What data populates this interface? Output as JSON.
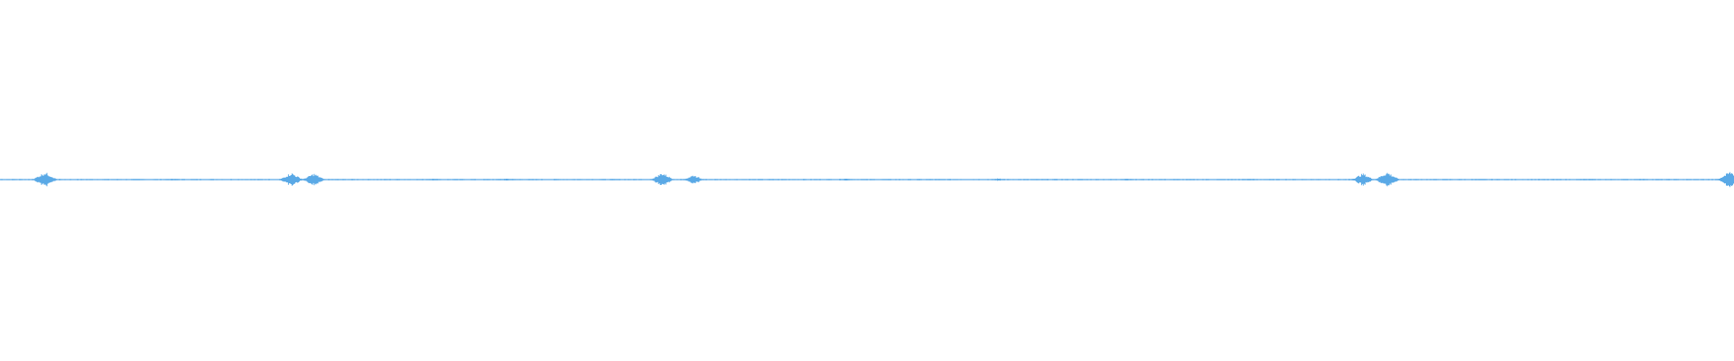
{
  "waveform": {
    "color": "#5aa9e6",
    "background": "#ffffff",
    "peaks": [
      {
        "t": 0.026,
        "amp": 0.022
      },
      {
        "t": 0.1,
        "amp": 0.002
      },
      {
        "t": 0.168,
        "amp": 0.02
      },
      {
        "t": 0.181,
        "amp": 0.018
      },
      {
        "t": 0.25,
        "amp": 0.003
      },
      {
        "t": 0.292,
        "amp": 0.003
      },
      {
        "t": 0.382,
        "amp": 0.02
      },
      {
        "t": 0.4,
        "amp": 0.014
      },
      {
        "t": 0.488,
        "amp": 0.003
      },
      {
        "t": 0.576,
        "amp": 0.004
      },
      {
        "t": 0.65,
        "amp": 0.003
      },
      {
        "t": 0.72,
        "amp": 0.002
      },
      {
        "t": 0.786,
        "amp": 0.018
      },
      {
        "t": 0.8,
        "amp": 0.022
      },
      {
        "t": 0.915,
        "amp": 0.002
      },
      {
        "t": 0.947,
        "amp": 0.002
      },
      {
        "t": 0.998,
        "amp": 0.024
      }
    ]
  }
}
